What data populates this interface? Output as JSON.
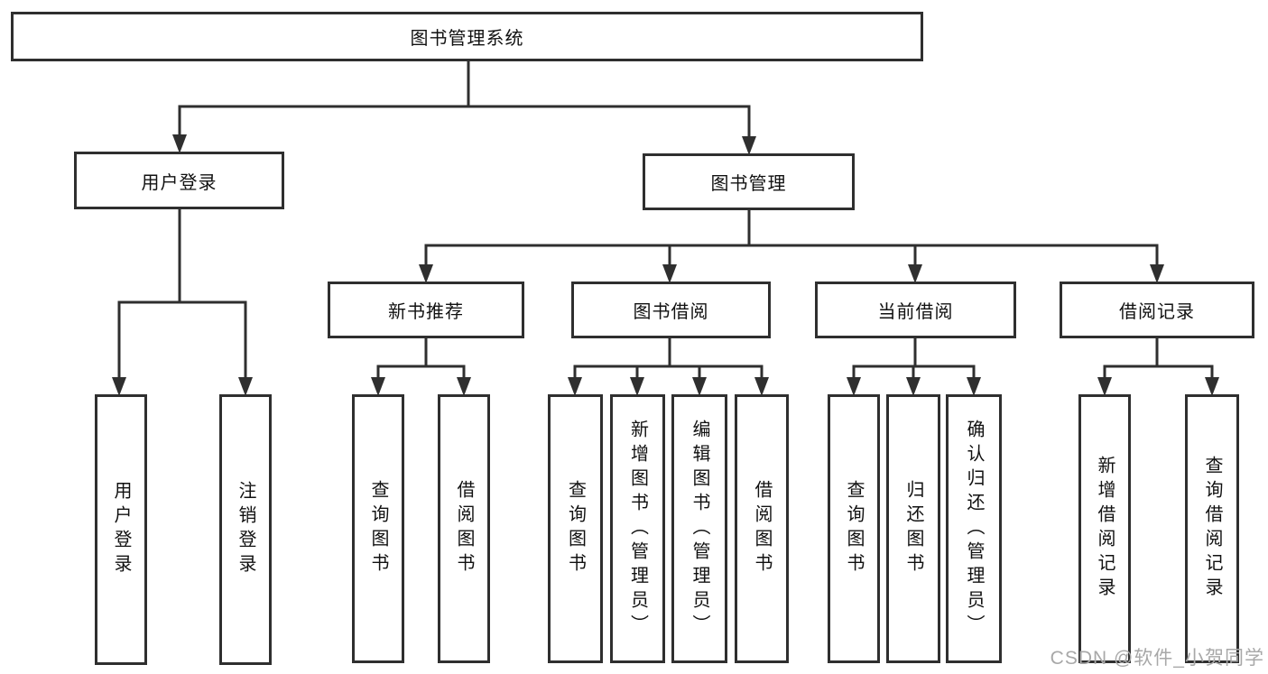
{
  "tree": {
    "root": {
      "label": "图书管理系统"
    },
    "children": [
      {
        "label": "用户登录",
        "children": [
          {
            "label": "用户登录"
          },
          {
            "label": "注销登录"
          }
        ]
      },
      {
        "label": "图书管理",
        "children": [
          {
            "label": "新书推荐",
            "children": [
              {
                "label": "查询图书"
              },
              {
                "label": "借阅图书"
              }
            ]
          },
          {
            "label": "图书借阅",
            "children": [
              {
                "label": "查询图书"
              },
              {
                "label": "新增图书（管理员）"
              },
              {
                "label": "编辑图书（管理员）"
              },
              {
                "label": "借阅图书"
              }
            ]
          },
          {
            "label": "当前借阅",
            "children": [
              {
                "label": "查询图书"
              },
              {
                "label": "归还图书"
              },
              {
                "label": "确认归还（管理员）"
              }
            ]
          },
          {
            "label": "借阅记录",
            "children": [
              {
                "label": "新增借阅记录"
              },
              {
                "label": "查询借阅记录"
              }
            ]
          }
        ]
      }
    ]
  },
  "watermark": {
    "text": "CSDN @软件_小贺同学"
  },
  "colors": {
    "line": "#2f2f2f",
    "text": "#111111",
    "background": "#ffffff",
    "watermark": "#a8a8a8"
  }
}
